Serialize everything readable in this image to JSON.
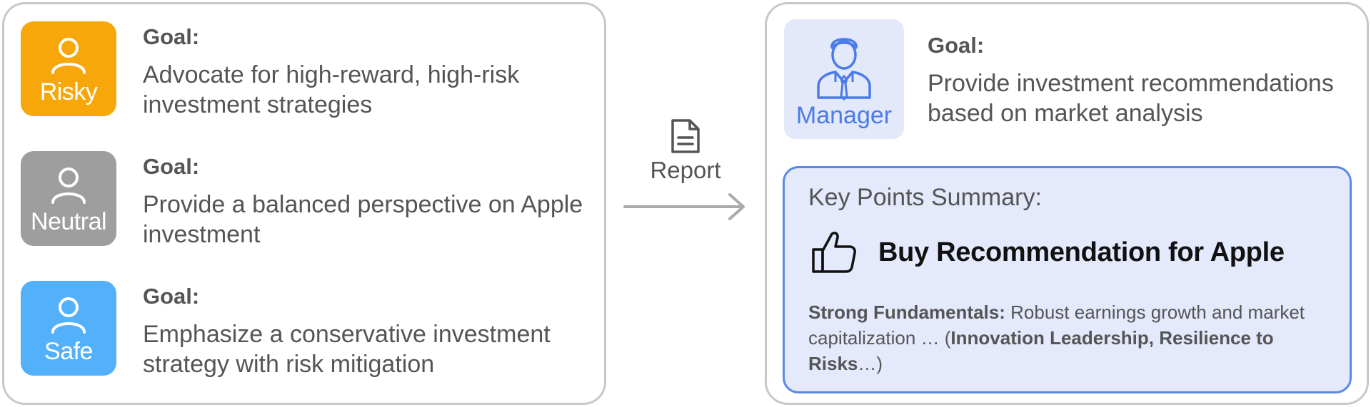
{
  "agents": [
    {
      "label": "Risky",
      "color": "#f7a70a",
      "goal_title": "Goal:",
      "goal": "Advocate for high-reward, high-risk investment strategies"
    },
    {
      "label": "Neutral",
      "color": "#9e9e9e",
      "goal_title": "Goal:",
      "goal": "Provide a balanced perspective on Apple investment"
    },
    {
      "label": "Safe",
      "color": "#53b0fb",
      "goal_title": "Goal:",
      "goal": "Emphasize a conservative investment strategy with risk mitigation"
    }
  ],
  "flow": {
    "label": "Report"
  },
  "manager": {
    "label": "Manager",
    "goal_title": "Goal:",
    "goal": "Provide investment recommendations based on market analysis"
  },
  "summary": {
    "title": "Key Points Summary:",
    "recommendation": "Buy Recommendation for Apple",
    "detail_bold_1": "Strong Fundamentals:",
    "detail_text_1": " Robust earnings growth and market capitalization … (",
    "detail_bold_2": "Innovation Leadership, Resilience to Risks",
    "detail_text_2": "…)"
  },
  "colors": {
    "border": "#c8c8c8",
    "manager_bg": "#e3e8fb",
    "manager_accent": "#4a7be8",
    "summary_border": "#5a88e6"
  }
}
